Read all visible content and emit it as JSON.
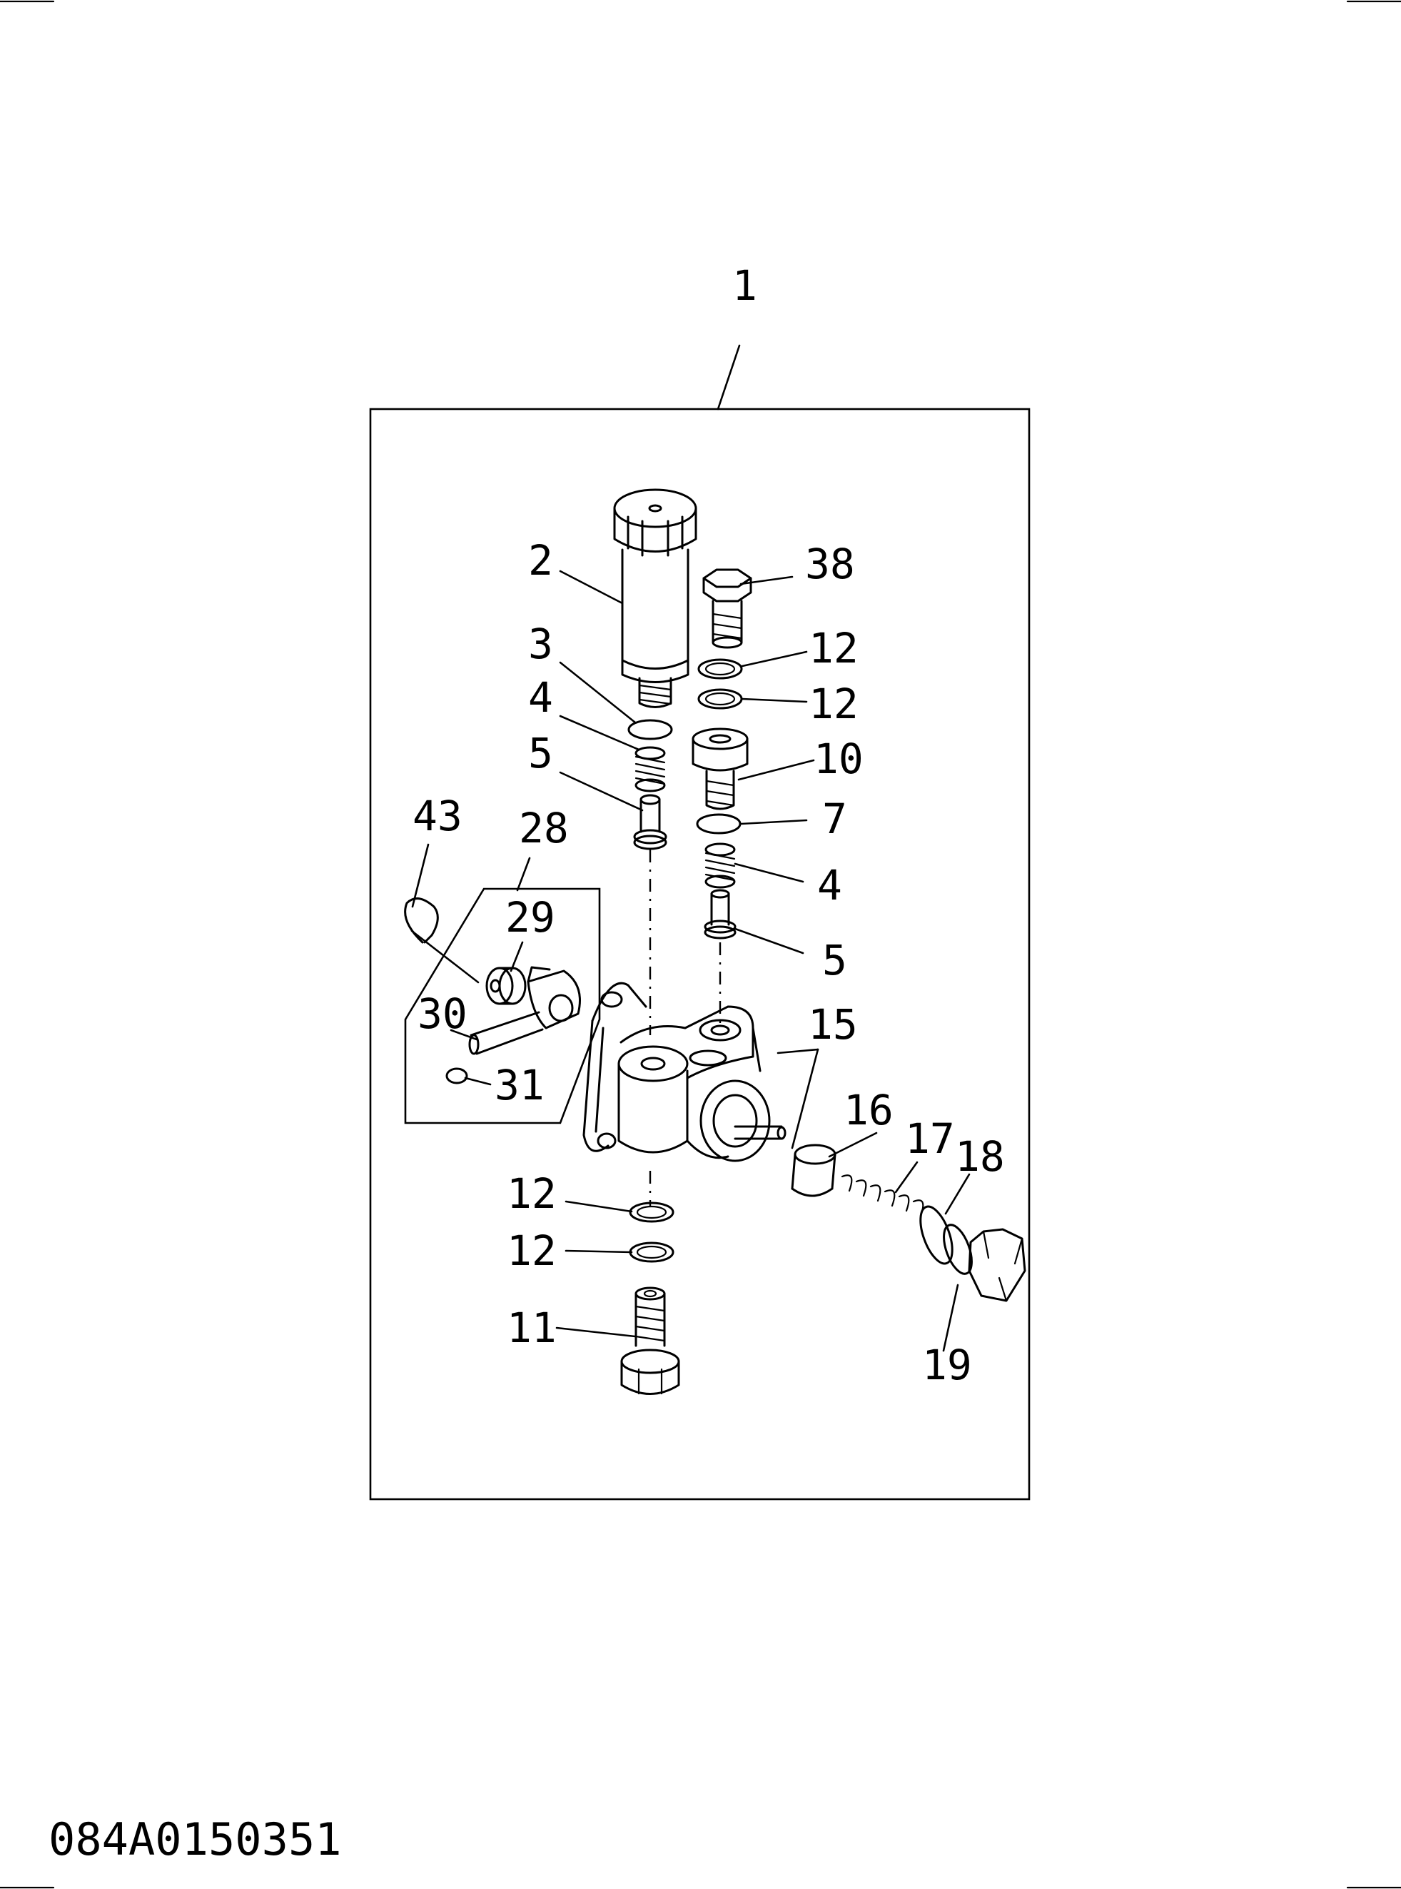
{
  "drawing_code": "084A0150351",
  "callouts": {
    "c1": "1",
    "c2": "2",
    "c3": "3",
    "c4a": "4",
    "c5a": "5",
    "c38": "38",
    "c12a": "12",
    "c12b": "12",
    "c10": "10",
    "c7": "7",
    "c4b": "4",
    "c5b": "5",
    "c43": "43",
    "c28": "28",
    "c29": "29",
    "c30": "30",
    "c31": "31",
    "c15": "15",
    "c16": "16",
    "c17": "17",
    "c18": "18",
    "c12c": "12",
    "c12d": "12",
    "c11": "11",
    "c19": "19"
  }
}
